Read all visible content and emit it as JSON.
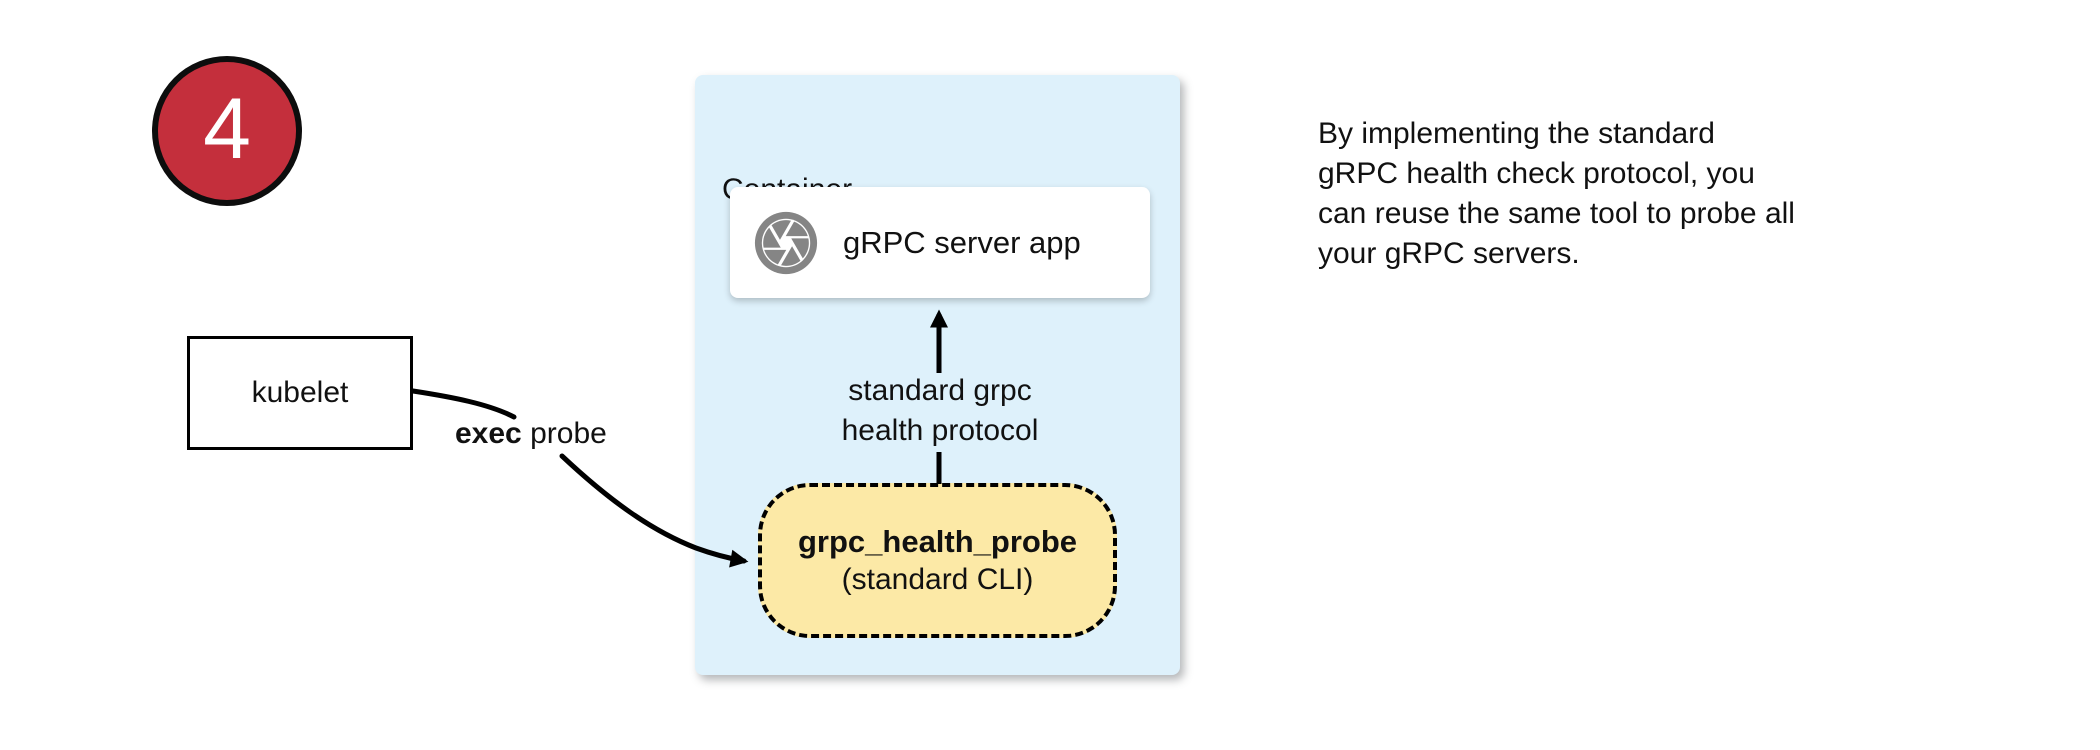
{
  "step_badge": {
    "number": "4"
  },
  "kubelet_box": {
    "label": "kubelet"
  },
  "exec_probe_label": {
    "bold": "exec",
    "rest": " probe"
  },
  "container": {
    "title": "Container",
    "server_box": {
      "label": "gRPC server app",
      "icon": "shutter-icon"
    },
    "protocol_arrow_label": {
      "line1": "standard grpc",
      "line2": "health protocol"
    },
    "probe_box": {
      "title": "grpc_health_probe",
      "subtitle": "(standard CLI)"
    }
  },
  "note": {
    "text": "By implementing the standard\ngRPC health check protocol, you\ncan reuse the same tool to probe all\nyour gRPC servers."
  },
  "colors": {
    "badge_red": "#c42f3c",
    "container_blue": "#def1fb",
    "probe_yellow": "#fce9a6",
    "icon_gray": "#858585",
    "line_black": "#000000"
  }
}
